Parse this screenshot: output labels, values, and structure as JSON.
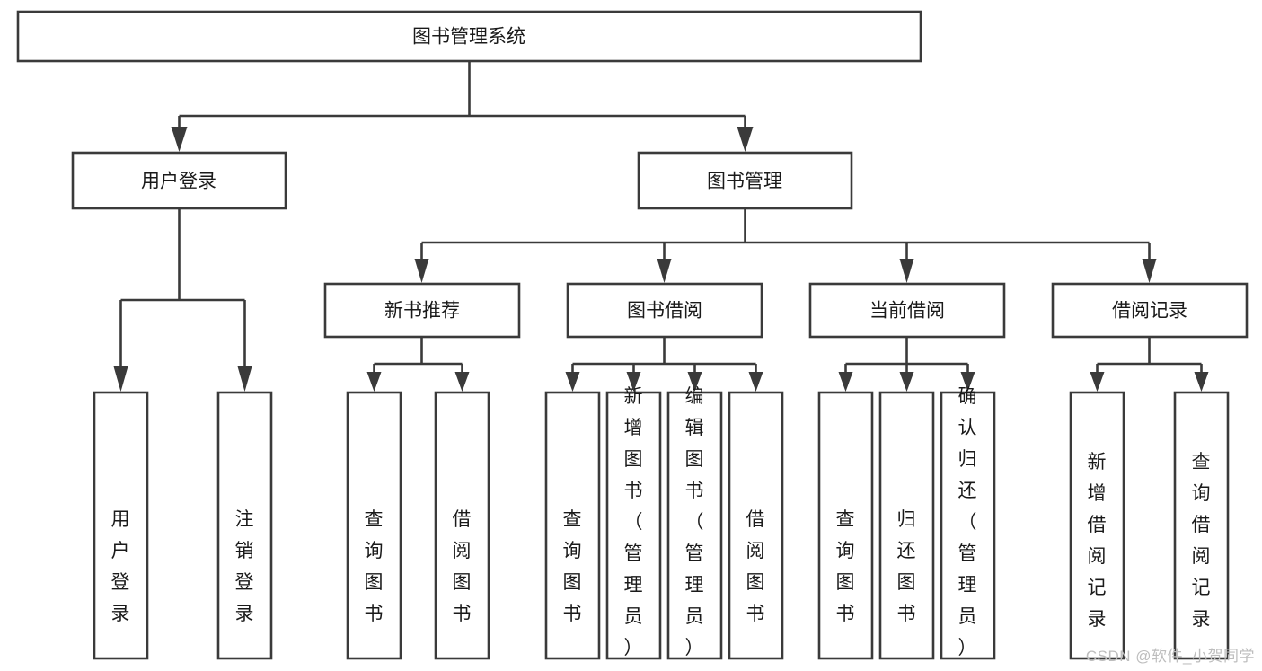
{
  "diagram": {
    "type": "hierarchy-tree",
    "title": "图书管理系统",
    "watermark": "CSDN @软件_小贺同学",
    "colors": {
      "stroke": "#3a3a3a",
      "box_fill": "#ffffff",
      "text": "#1a1a1a",
      "background": "#ffffff",
      "watermark": "#bdbdbd"
    },
    "nodes": {
      "root": {
        "label": "图书管理系统",
        "orientation": "horizontal"
      },
      "level1": [
        {
          "id": "user-login",
          "label": "用户登录",
          "orientation": "horizontal"
        },
        {
          "id": "book-manage",
          "label": "图书管理",
          "orientation": "horizontal"
        }
      ],
      "level2": [
        {
          "id": "new-book-recommend",
          "label": "新书推荐",
          "orientation": "horizontal"
        },
        {
          "id": "book-borrow",
          "label": "图书借阅",
          "orientation": "horizontal"
        },
        {
          "id": "current-borrow",
          "label": "当前借阅",
          "orientation": "horizontal"
        },
        {
          "id": "borrow-record",
          "label": "借阅记录",
          "orientation": "horizontal"
        }
      ],
      "leaves": [
        {
          "id": "leaf-user-login",
          "label": "用户登录",
          "parent": "user-login",
          "orientation": "vertical"
        },
        {
          "id": "leaf-logout-login",
          "label": "注销登录",
          "parent": "user-login",
          "orientation": "vertical"
        },
        {
          "id": "leaf-query-book-1",
          "label": "查询图书",
          "parent": "new-book-recommend",
          "orientation": "vertical"
        },
        {
          "id": "leaf-borrow-book-1",
          "label": "借阅图书",
          "parent": "new-book-recommend",
          "orientation": "vertical"
        },
        {
          "id": "leaf-query-book-2",
          "label": "查询图书",
          "parent": "book-borrow",
          "orientation": "vertical"
        },
        {
          "id": "leaf-add-book",
          "label": "新增图书（管理员）",
          "parent": "book-borrow",
          "orientation": "vertical"
        },
        {
          "id": "leaf-edit-book",
          "label": "编辑图书（管理员）",
          "parent": "book-borrow",
          "orientation": "vertical"
        },
        {
          "id": "leaf-borrow-book-2",
          "label": "借阅图书",
          "parent": "book-borrow",
          "orientation": "vertical"
        },
        {
          "id": "leaf-query-book-3",
          "label": "查询图书",
          "parent": "current-borrow",
          "orientation": "vertical"
        },
        {
          "id": "leaf-return-book",
          "label": "归还图书",
          "parent": "current-borrow",
          "orientation": "vertical"
        },
        {
          "id": "leaf-confirm-return",
          "label": "确认归还（管理员）",
          "parent": "current-borrow",
          "orientation": "vertical"
        },
        {
          "id": "leaf-add-record",
          "label": "新增借阅记录",
          "parent": "borrow-record",
          "orientation": "vertical"
        },
        {
          "id": "leaf-query-record",
          "label": "查询借阅记录",
          "parent": "borrow-record",
          "orientation": "vertical"
        }
      ]
    }
  }
}
